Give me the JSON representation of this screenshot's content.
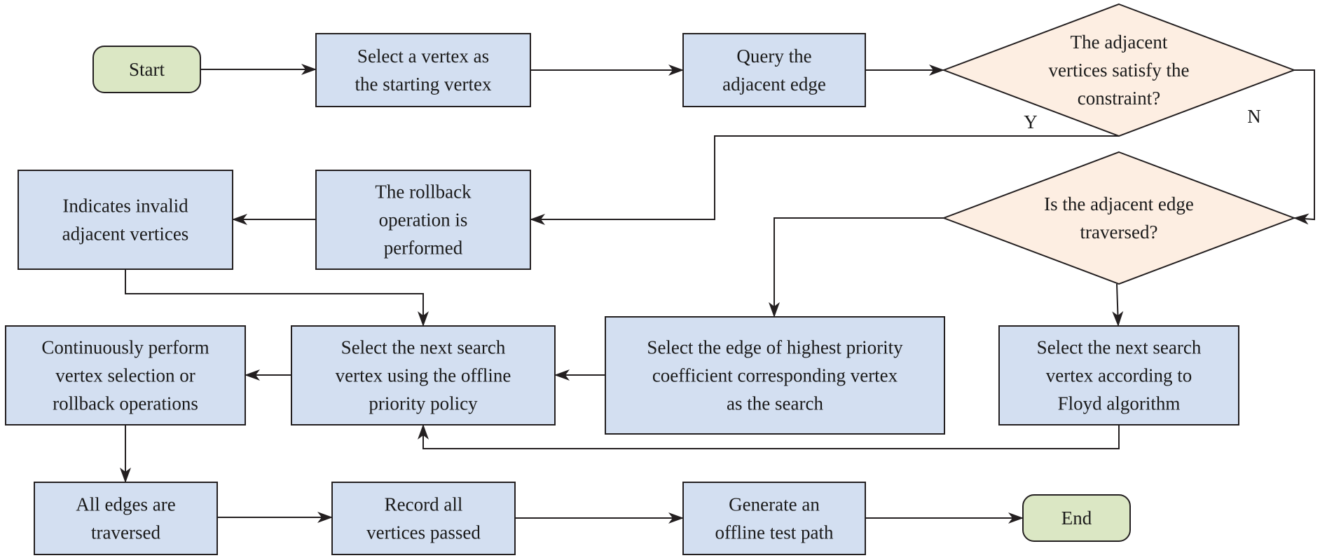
{
  "colors": {
    "process_fill": "#d3dff1",
    "terminal_fill": "#dbe7c4",
    "decision_fill": "#fdeee2",
    "stroke": "#231f20"
  },
  "nodes": [
    {
      "id": "start",
      "shape": "terminal",
      "lines": [
        "Start"
      ]
    },
    {
      "id": "select-start-vertex",
      "shape": "process",
      "lines": [
        "Select a vertex as",
        "the starting vertex"
      ]
    },
    {
      "id": "query-adjacent-edge",
      "shape": "process",
      "lines": [
        "Query the",
        "adjacent edge"
      ]
    },
    {
      "id": "constraint-decision",
      "shape": "decision",
      "lines": [
        "The adjacent",
        "vertices satisfy the",
        "constraint?"
      ]
    },
    {
      "id": "traversed-decision",
      "shape": "decision",
      "lines": [
        "Is the adjacent edge",
        "traversed?"
      ]
    },
    {
      "id": "rollback",
      "shape": "process",
      "lines": [
        "The rollback",
        "operation is",
        "performed"
      ]
    },
    {
      "id": "invalid-vertices",
      "shape": "process",
      "lines": [
        "Indicates invalid",
        "adjacent vertices"
      ]
    },
    {
      "id": "continuous-selection",
      "shape": "process",
      "lines": [
        "Continuously perform",
        "vertex selection or",
        "rollback operations"
      ]
    },
    {
      "id": "offline-priority",
      "shape": "process",
      "lines": [
        "Select the next search",
        "vertex using the offline",
        "priority policy"
      ]
    },
    {
      "id": "highest-priority-edge",
      "shape": "process",
      "lines": [
        "Select the edge of highest priority",
        "coefficient corresponding vertex",
        "as the search"
      ]
    },
    {
      "id": "floyd-selection",
      "shape": "process",
      "lines": [
        "Select the next search",
        "vertex according to",
        "Floyd algorithm"
      ]
    },
    {
      "id": "all-edges-traversed",
      "shape": "process",
      "lines": [
        "All edges are",
        "traversed"
      ]
    },
    {
      "id": "record-vertices",
      "shape": "process",
      "lines": [
        "Record all",
        "vertices passed"
      ]
    },
    {
      "id": "generate-path",
      "shape": "process",
      "lines": [
        "Generate an",
        "offline test path"
      ]
    },
    {
      "id": "end",
      "shape": "terminal",
      "lines": [
        "End"
      ]
    }
  ],
  "edges": [
    {
      "from": "start",
      "to": "select-start-vertex",
      "label": ""
    },
    {
      "from": "select-start-vertex",
      "to": "query-adjacent-edge",
      "label": ""
    },
    {
      "from": "query-adjacent-edge",
      "to": "constraint-decision",
      "label": ""
    },
    {
      "from": "constraint-decision",
      "to": "rollback",
      "label": "Y"
    },
    {
      "from": "constraint-decision",
      "to": "traversed-decision",
      "label": "N"
    },
    {
      "from": "rollback",
      "to": "invalid-vertices",
      "label": ""
    },
    {
      "from": "invalid-vertices",
      "to": "offline-priority",
      "label": ""
    },
    {
      "from": "traversed-decision",
      "to": "highest-priority-edge",
      "label": ""
    },
    {
      "from": "traversed-decision",
      "to": "floyd-selection",
      "label": ""
    },
    {
      "from": "highest-priority-edge",
      "to": "offline-priority",
      "label": ""
    },
    {
      "from": "floyd-selection",
      "to": "offline-priority",
      "label": ""
    },
    {
      "from": "offline-priority",
      "to": "continuous-selection",
      "label": ""
    },
    {
      "from": "continuous-selection",
      "to": "all-edges-traversed",
      "label": ""
    },
    {
      "from": "all-edges-traversed",
      "to": "record-vertices",
      "label": ""
    },
    {
      "from": "record-vertices",
      "to": "generate-path",
      "label": ""
    },
    {
      "from": "generate-path",
      "to": "end",
      "label": ""
    }
  ]
}
